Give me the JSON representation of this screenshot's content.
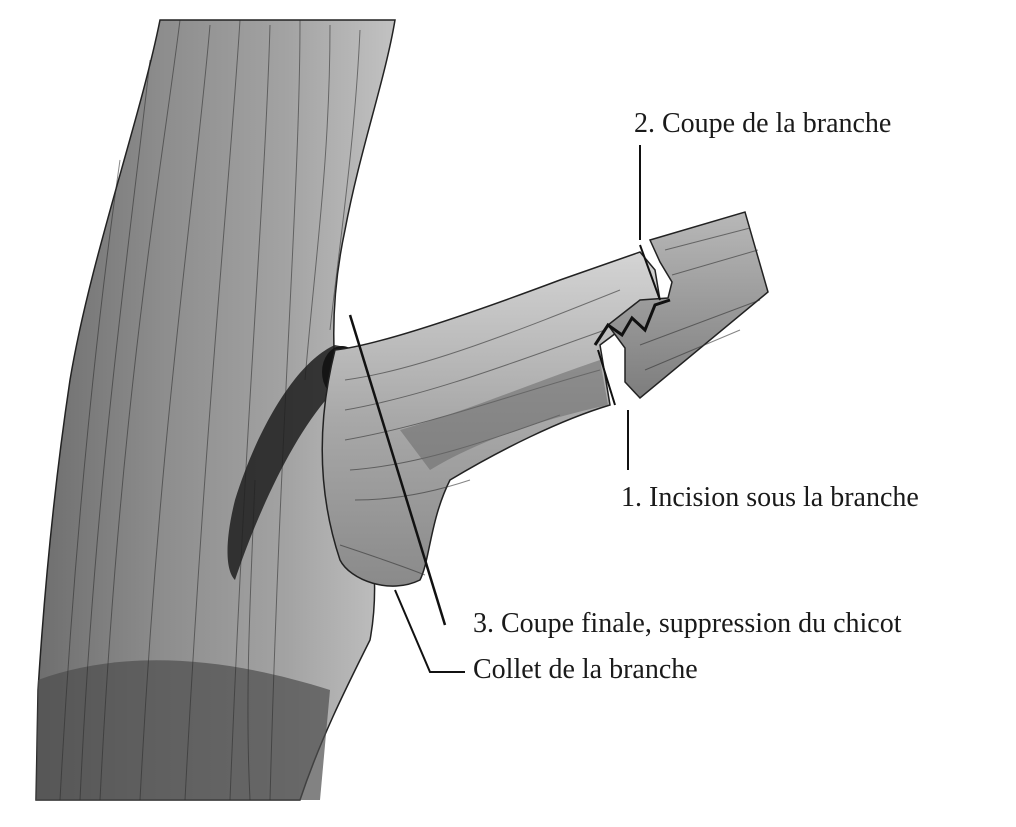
{
  "labels": {
    "cut2": "2. Coupe de la branche",
    "cut1": "1. Incision sous la branche",
    "cut3": "3. Coupe finale, suppression du chicot",
    "collar": "Collet de la branche"
  },
  "colors": {
    "background": "#ffffff",
    "ink": "#1a1a1a",
    "bark_dark": "#5b5b5b",
    "bark_mid": "#9a9a9a",
    "bark_light": "#d6d6d6"
  }
}
